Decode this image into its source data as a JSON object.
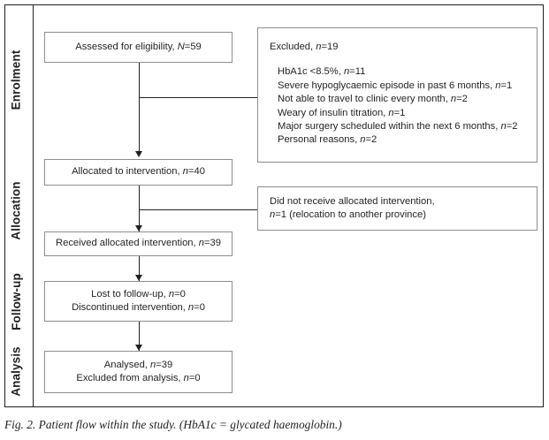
{
  "figure": {
    "caption": "Fig. 2. Patient flow within the study. (HbA1c = glycated haemoglobin.)",
    "frame_color": "#231f20",
    "box_border_color": "#8d8d8d",
    "background": "#ffffff"
  },
  "stages": [
    {
      "key": "enrolment",
      "label": "Enrolment"
    },
    {
      "key": "allocation",
      "label": "Allocation"
    },
    {
      "key": "followup",
      "label": "Follow-up"
    },
    {
      "key": "analysis",
      "label": "Analysis"
    }
  ],
  "boxes": {
    "assessed": {
      "lines": [
        {
          "prefix": "Assessed for eligibility, ",
          "stat": "N",
          "suffix": "=59"
        }
      ]
    },
    "excluded": {
      "head": {
        "prefix": "Excluded, ",
        "stat": "n",
        "suffix": "=19"
      },
      "reasons": [
        {
          "prefix": "HbA1c <8.5%, ",
          "stat": "n",
          "suffix": "=11"
        },
        {
          "prefix": "Severe hypoglycaemic episode in past 6 months, ",
          "stat": "n",
          "suffix": "=1"
        },
        {
          "prefix": "Not able to travel to clinic every month, ",
          "stat": "n",
          "suffix": "=2"
        },
        {
          "prefix": "Weary of insulin titration, ",
          "stat": "n",
          "suffix": "=1"
        },
        {
          "prefix": "Major surgery scheduled within the next 6 months, ",
          "stat": "n",
          "suffix": "=2"
        },
        {
          "prefix": "Personal reasons, ",
          "stat": "n",
          "suffix": "=2"
        }
      ]
    },
    "allocated": {
      "lines": [
        {
          "prefix": "Allocated to intervention, ",
          "stat": "n",
          "suffix": "=40"
        }
      ]
    },
    "did_not_receive": {
      "lines": [
        {
          "prefix": "Did not receive allocated intervention,",
          "stat": "",
          "suffix": ""
        },
        {
          "prefix": "",
          "stat": "n",
          "suffix": "=1 (relocation to another province)"
        }
      ]
    },
    "received": {
      "lines": [
        {
          "prefix": "Received allocated intervention, ",
          "stat": "n",
          "suffix": "=39"
        }
      ]
    },
    "followup": {
      "lines": [
        {
          "prefix": "Lost to follow-up, ",
          "stat": "n",
          "suffix": "=0"
        },
        {
          "prefix": "Discontinued intervention, ",
          "stat": "n",
          "suffix": "=0"
        }
      ]
    },
    "analysis": {
      "lines": [
        {
          "prefix": "Analysed, ",
          "stat": "n",
          "suffix": "=39"
        },
        {
          "prefix": "Excluded from analysis, ",
          "stat": "n",
          "suffix": "=0"
        }
      ]
    }
  },
  "chart_data": {
    "type": "diagram",
    "title": "CONSORT patient flow diagram",
    "nodes": [
      {
        "id": "assessed",
        "stage": "Enrolment",
        "label": "Assessed for eligibility",
        "n": 59,
        "n_symbol": "N"
      },
      {
        "id": "excluded",
        "stage": "Enrolment",
        "label": "Excluded",
        "n": 19,
        "n_symbol": "n"
      },
      {
        "id": "allocated",
        "stage": "Allocation",
        "label": "Allocated to intervention",
        "n": 40,
        "n_symbol": "n"
      },
      {
        "id": "did_not_receive",
        "stage": "Allocation",
        "label": "Did not receive allocated intervention (relocation to another province)",
        "n": 1,
        "n_symbol": "n"
      },
      {
        "id": "received",
        "stage": "Allocation",
        "label": "Received allocated intervention",
        "n": 39,
        "n_symbol": "n"
      },
      {
        "id": "lost",
        "stage": "Follow-up",
        "label": "Lost to follow-up",
        "n": 0,
        "n_symbol": "n"
      },
      {
        "id": "discontinued",
        "stage": "Follow-up",
        "label": "Discontinued intervention",
        "n": 0,
        "n_symbol": "n"
      },
      {
        "id": "analysed",
        "stage": "Analysis",
        "label": "Analysed",
        "n": 39,
        "n_symbol": "n"
      },
      {
        "id": "excluded_analysis",
        "stage": "Analysis",
        "label": "Excluded from analysis",
        "n": 0,
        "n_symbol": "n"
      }
    ],
    "exclusion_reasons": [
      {
        "reason": "HbA1c <8.5%",
        "n": 11
      },
      {
        "reason": "Severe hypoglycaemic episode in past 6 months",
        "n": 1
      },
      {
        "reason": "Not able to travel to clinic every month",
        "n": 2
      },
      {
        "reason": "Weary of insulin titration",
        "n": 1
      },
      {
        "reason": "Major surgery scheduled within the next 6 months",
        "n": 2
      },
      {
        "reason": "Personal reasons",
        "n": 2
      }
    ],
    "edges": [
      {
        "from": "assessed",
        "to": "allocated",
        "kind": "arrow"
      },
      {
        "from": "assessed",
        "to": "excluded",
        "kind": "elbow"
      },
      {
        "from": "allocated",
        "to": "received",
        "kind": "arrow"
      },
      {
        "from": "allocated",
        "to": "did_not_receive",
        "kind": "elbow"
      },
      {
        "from": "received",
        "to": "lost",
        "kind": "arrow"
      },
      {
        "from": "lost",
        "to": "analysed",
        "kind": "arrow"
      }
    ]
  }
}
